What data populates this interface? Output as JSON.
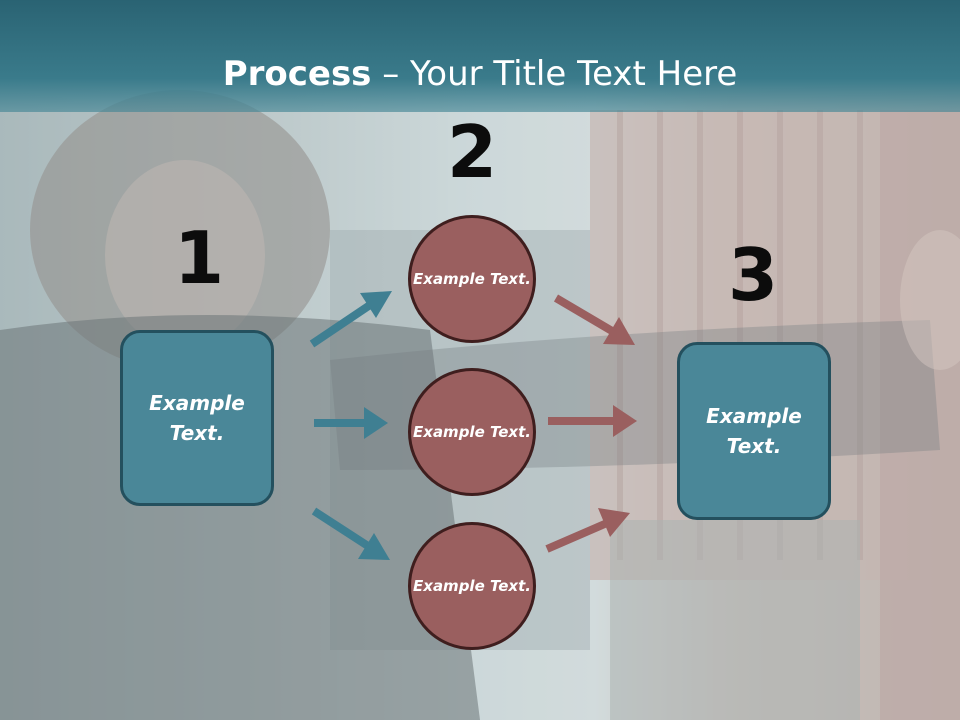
{
  "slide": {
    "title_bold": "Process",
    "title_rest": " – Your Title Text Here",
    "step1_number": "1",
    "step2_number": "2",
    "step3_number": "3",
    "left_box_text": "Example Text.",
    "right_box_text": "Example Text.",
    "circles": [
      {
        "text": "Example Text."
      },
      {
        "text": "Example Text."
      },
      {
        "text": "Example Text."
      }
    ]
  },
  "colors": {
    "title_bar": "#2a6373",
    "box_fill": "#4a8798",
    "box_border": "#24505e",
    "circle_fill": "#9a5f5f",
    "circle_border": "#3f1e1e",
    "teal_arrow": "#3f7f92",
    "red_arrow": "#9a5f5f"
  }
}
